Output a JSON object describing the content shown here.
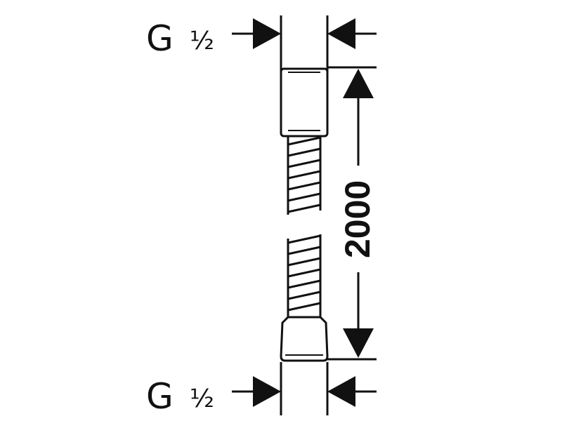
{
  "diagram": {
    "top_connection": {
      "thread": "G",
      "size": "½"
    },
    "bottom_connection": {
      "thread": "G",
      "size": "½"
    },
    "length_dimension": "2000"
  },
  "colors": {
    "line": "#111111",
    "background": "#ffffff"
  }
}
